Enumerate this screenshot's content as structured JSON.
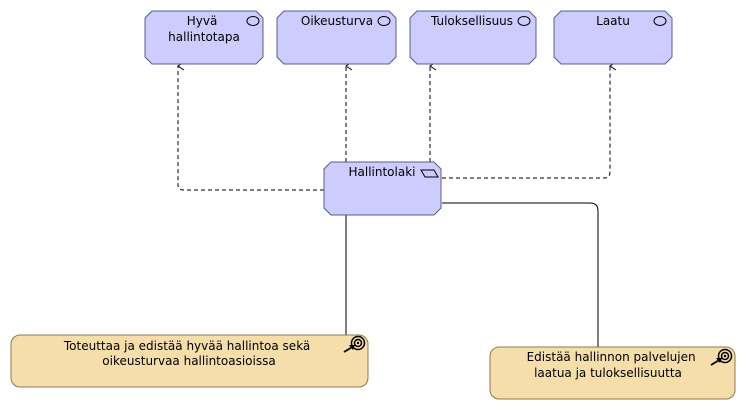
{
  "diagram": {
    "values": [
      {
        "id": "hyva-hallintotapa",
        "lines": [
          "Hyvä",
          "hallintotapa"
        ],
        "icon": "ellipse-icon"
      },
      {
        "id": "oikeusturva",
        "lines": [
          "Oikeusturva"
        ],
        "icon": "ellipse-icon"
      },
      {
        "id": "tuloksellisuus",
        "lines": [
          "Tuloksellisuus"
        ],
        "icon": "ellipse-icon"
      },
      {
        "id": "laatu",
        "lines": [
          "Laatu"
        ],
        "icon": "ellipse-icon"
      }
    ],
    "central": {
      "id": "hallintolaki",
      "lines": [
        "Hallintolaki"
      ],
      "icon": "parallelogram-icon"
    },
    "goals": [
      {
        "id": "goal-hyva-hallinto",
        "lines": [
          "Toteuttaa ja edistää hyvää hallintoa sekä",
          "oikeusturvaa hallintoasioissa"
        ],
        "icon": "target-icon"
      },
      {
        "id": "goal-palvelut",
        "lines": [
          "Edistää hallinnon palvelujen",
          "laatua ja tuloksellisuutta"
        ],
        "icon": "target-icon"
      }
    ],
    "colors": {
      "value_fill": "#ccccff",
      "goal_fill": "#f5deaa"
    }
  }
}
